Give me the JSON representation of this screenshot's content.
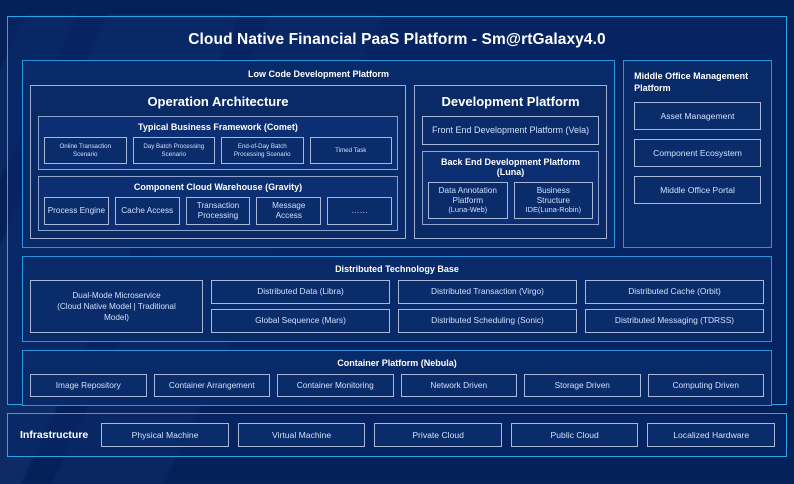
{
  "page": {
    "title": "Cloud Native Financial PaaS Platform - Sm@rtGalaxy4.0",
    "accent_border": "#27a6e8",
    "panel_border": "#2a96dd",
    "box_border": "#a9b8d8",
    "background": "#042059",
    "panel_fill": "#092a68",
    "text_primary": "#ffffff",
    "text_secondary": "#cfe0fb"
  },
  "low_code": {
    "title": "Low Code Development Platform",
    "operation_architecture": {
      "title": "Operation Architecture",
      "groups": [
        {
          "title": "Typical Business Framework (Comet)",
          "items": [
            "Online Transaction Scenario",
            "Day Batch Processing Scenario",
            "End-of-Day Batch Processing Scenario",
            "Timed Task"
          ]
        },
        {
          "title": "Component Cloud Warehouse (Gravity)",
          "items": [
            "Process Engine",
            "Cache Access",
            "Transaction Processing",
            "Message Access",
            "……"
          ]
        }
      ]
    },
    "development_platform": {
      "title": "Development Platform",
      "front_end": "Front End Development Platform (Vela)",
      "back_end": {
        "title": "Back End Development Platform (Luna)",
        "items": [
          {
            "line1": "Data Annotation",
            "line2": "Platform",
            "line3": "(Luna-Web)"
          },
          {
            "line1": "Business",
            "line2": "Structure",
            "line3": "IDE(Luna-Robin)"
          }
        ]
      }
    }
  },
  "middle_office": {
    "title": "Middle Office Management Platform",
    "items": [
      "Asset Management",
      "Component Ecosystem",
      "Middle Office Portal"
    ]
  },
  "distributed_technology_base": {
    "title": "Distributed Technology Base",
    "lead": {
      "line1": "Dual-Mode Microservice",
      "line2": "(Cloud Native Model | Traditional",
      "line3": "Model)"
    },
    "items": [
      "Distributed Data (Libra)",
      "Distributed Transaction (Virgo)",
      "Distributed Cache (Orbit)",
      "Global Sequence (Mars)",
      "Distributed Scheduling (Sonic)",
      "Distributed Messaging (TDRSS)"
    ]
  },
  "container_platform": {
    "title": "Container Platform (Nebula)",
    "items": [
      "Image Repository",
      "Container Arrangement",
      "Container Monitoring",
      "Network Driven",
      "Storage Driven",
      "Computing Driven"
    ]
  },
  "infrastructure": {
    "label": "Infrastructure",
    "items": [
      "Physical Machine",
      "Virtual Machine",
      "Private Cloud",
      "Public Cloud",
      "Localized Hardware"
    ]
  }
}
